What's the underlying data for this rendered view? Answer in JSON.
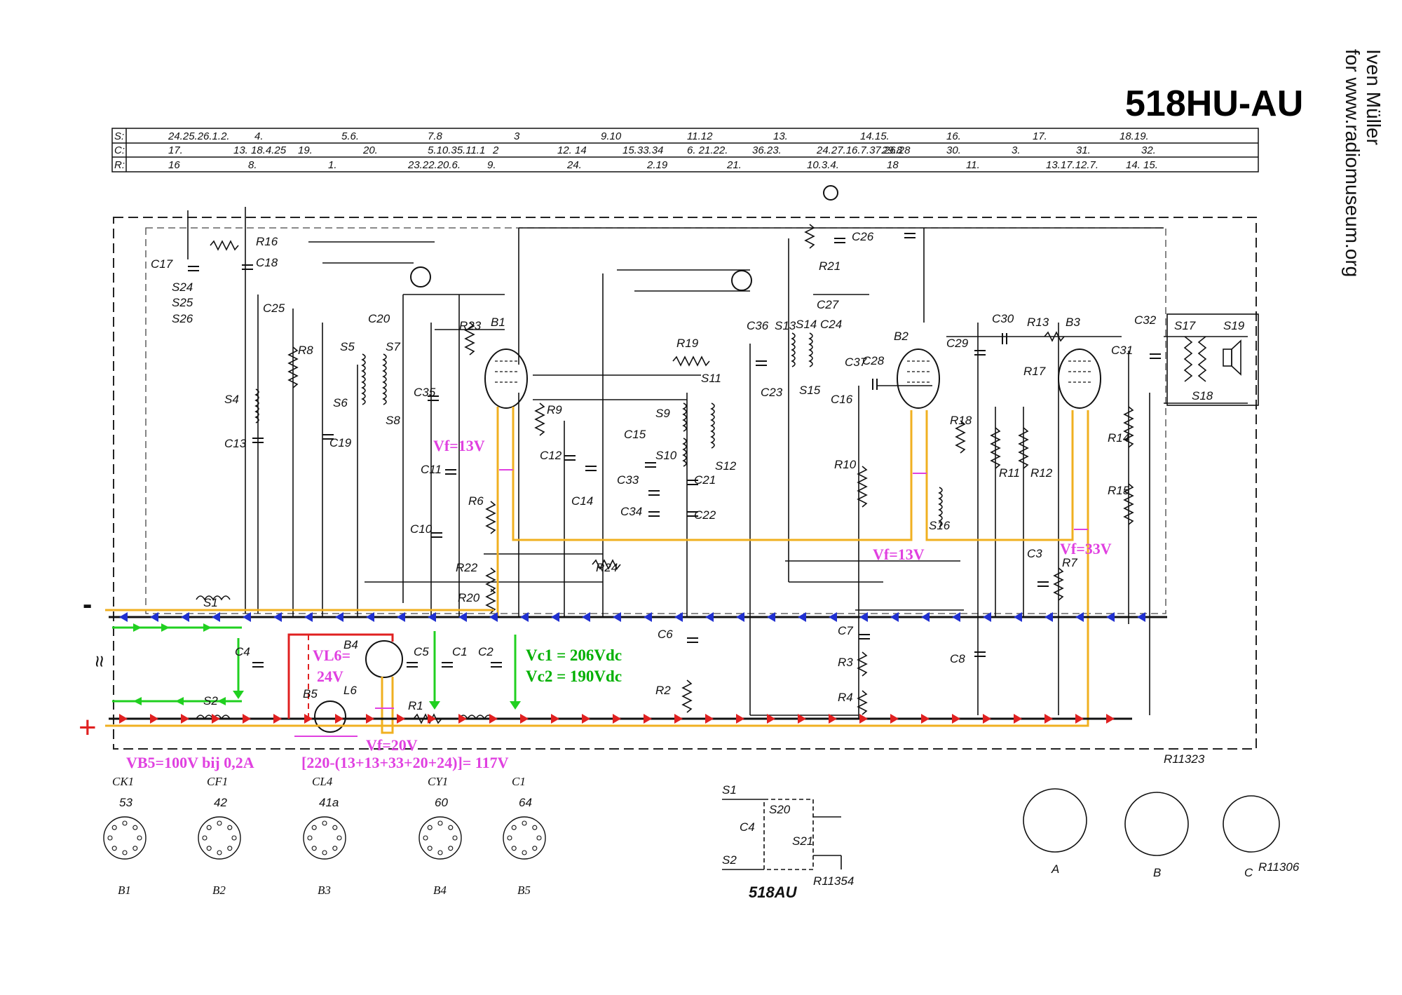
{
  "header": {
    "model": "518HU-AU",
    "credit_line1": "Iven Müller",
    "credit_line2": "for www.radiomuseum.org",
    "drawing_no": "R11323"
  },
  "parts_table": {
    "rows": [
      {
        "key": "S:",
        "cells": [
          "24.25.26.1.2.",
          "4.",
          "5.6.",
          "7.8",
          "3",
          "9.10",
          "11.12",
          "13.",
          "14.15.",
          "16.",
          "17.",
          "18.19."
        ]
      },
      {
        "key": "C:",
        "cells": [
          "17.",
          "13. 18.4.25",
          "19.",
          "20.",
          "5.10.35.11.1",
          "2",
          "12. 14",
          "15.33.34",
          "6. 21.22.",
          "36.23.",
          "24.27.16.7.37.26.28",
          "29.8",
          "30.",
          "3.",
          "31.",
          "32."
        ]
      },
      {
        "key": "R:",
        "cells": [
          "16",
          "8.",
          "1.",
          "23.22.20.6.",
          "9.",
          "24.",
          "2.19",
          "21.",
          "10.3.4.",
          "18",
          "11.",
          "13.17.12.7.",
          "14. 15."
        ]
      }
    ]
  },
  "component_labels": {
    "tubes": [
      "B1",
      "B2",
      "B3",
      "B4",
      "B5"
    ],
    "resistors": [
      "R1",
      "R2",
      "R3",
      "R4",
      "R6",
      "R7",
      "R8",
      "R9",
      "R10",
      "R11",
      "R12",
      "R13",
      "R14",
      "R15",
      "R16",
      "R17",
      "R18",
      "R19",
      "R20",
      "R21",
      "R22",
      "R23",
      "R24"
    ],
    "capacitors": [
      "C1",
      "C2",
      "C3",
      "C4",
      "C5",
      "C6",
      "C7",
      "C8",
      "C10",
      "C11",
      "C12",
      "C13",
      "C14",
      "C15",
      "C16",
      "C17",
      "C18",
      "C19",
      "C20",
      "C21",
      "C22",
      "C23",
      "C24",
      "C25",
      "C26",
      "C27",
      "C28",
      "C29",
      "C30",
      "C31",
      "C32",
      "C33",
      "C34",
      "C35",
      "C36",
      "C37"
    ],
    "coils_switches": [
      "S1",
      "S2",
      "S4",
      "S5",
      "S6",
      "S7",
      "S8",
      "S9",
      "S10",
      "S11",
      "S12",
      "S13",
      "S14",
      "S15",
      "S16",
      "S17",
      "S18",
      "S19",
      "S24",
      "S25",
      "S26"
    ],
    "misc": [
      "L6"
    ]
  },
  "annotations": {
    "vf_b1": "Vf=13V",
    "vf_b2": "Vf=13V",
    "vf_b3": "Vf=33V",
    "vf_b4": "Vf=20V",
    "vl6_line1": "VL6=",
    "vl6_line2": "24V",
    "vc1": "Vc1 = 206Vdc",
    "vc2": "Vc2 = 190Vdc",
    "vb5": "VB5=100V bij 0,2A",
    "formula": "[220-(13+13+33+20+24)]= 117V",
    "minus": "-",
    "plus": "+",
    "ac_symbol": "≈"
  },
  "tube_types": [
    "CK1",
    "CF1",
    "CL4",
    "CY1",
    "C1"
  ],
  "tube_bases": [
    {
      "code": "53",
      "label": "B1"
    },
    {
      "code": "42",
      "label": "B2"
    },
    {
      "code": "41a",
      "label": "B3"
    },
    {
      "code": "60",
      "label": "B4"
    },
    {
      "code": "64",
      "label": "B5"
    }
  ],
  "switch_detail": {
    "title": "518AU",
    "drawing_no": "R11354",
    "labels": [
      "S1",
      "S2",
      "C4",
      "S20",
      "S21"
    ]
  },
  "coil_detail": {
    "labels": [
      "A",
      "B",
      "C"
    ],
    "drawing_no": "R11306"
  },
  "colors": {
    "negative_rail": "#2030d0",
    "positive_rail": "#e02020",
    "heater_chain": "#f0b020",
    "mains_flow": "#20d020",
    "annotation": "#e040e0",
    "voltage_text": "#00b000"
  }
}
